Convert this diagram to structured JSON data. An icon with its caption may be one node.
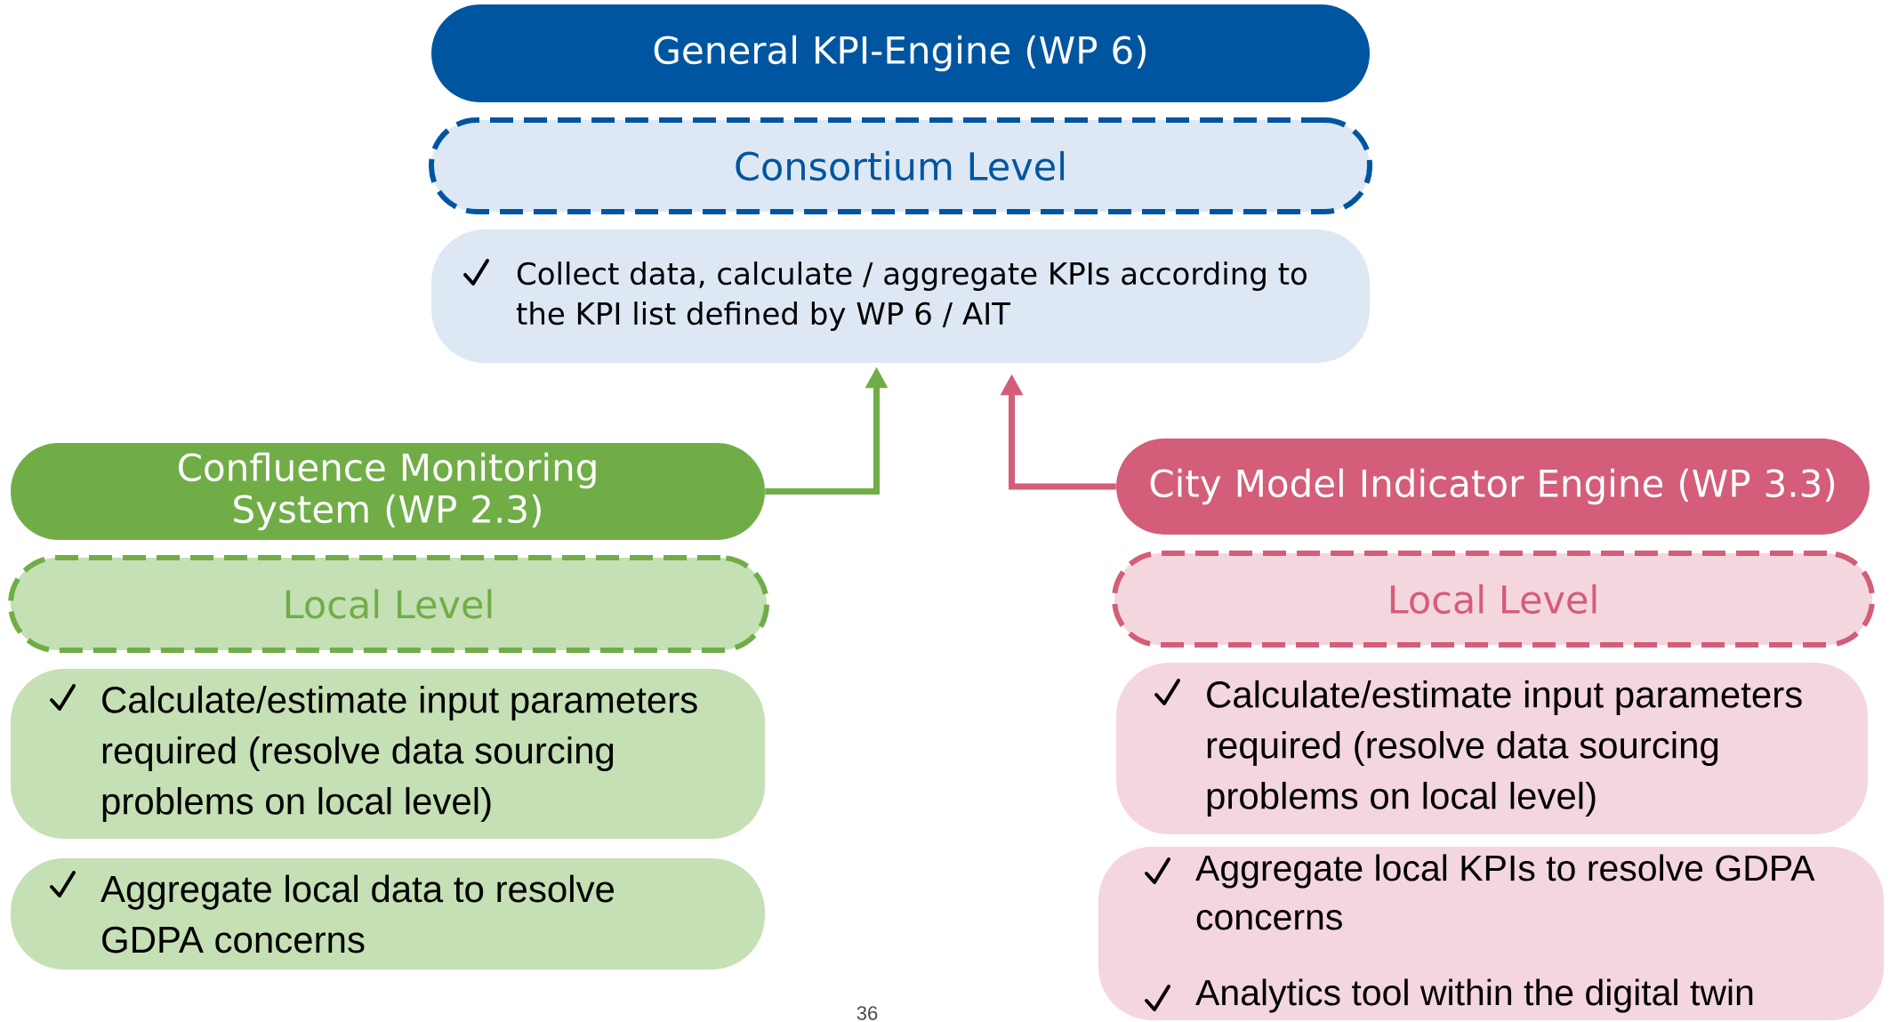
{
  "diagram": {
    "nodes": [
      {
        "text": [
          "General KPI-Engine (WP 6)"
        ]
      },
      {
        "text": [
          "Consortium Level"
        ]
      },
      {
        "text": [
          "Collect data, calculate / aggregate KPIs according to the KPI list defined by WP 6 / AIT"
        ]
      },
      {
        "text": [
          "Confluence Monitoring System (WP 2.3)"
        ]
      },
      {
        "text": [
          "Local Level"
        ]
      },
      {
        "text": [
          "Calculate/estimate  input parameters required (resolve data sourcing problems on local level)"
        ]
      },
      {
        "text": [
          "Aggregate local data to resolve GDPA concerns"
        ]
      },
      {
        "text": [
          "City Model Indicator Engine (WP 3.3)"
        ]
      },
      {
        "text": [
          "Local Level"
        ]
      },
      {
        "text": [
          "Calculate/estimate  input parameters required (resolve data sourcing problems on local level)"
        ]
      },
      {
        "text": [
          "Aggregate local KPIs to resolve GDPA concerns",
          "Analytics tool within the digital twin"
        ]
      }
    ],
    "edges": [
      {
        "from": 3,
        "to": 2,
        "arrow": "to",
        "color": "#70ad47"
      },
      {
        "from": 7,
        "to": 2,
        "arrow": "to",
        "color": "#d45d79"
      }
    ],
    "labels": [
      "36"
    ]
  }
}
